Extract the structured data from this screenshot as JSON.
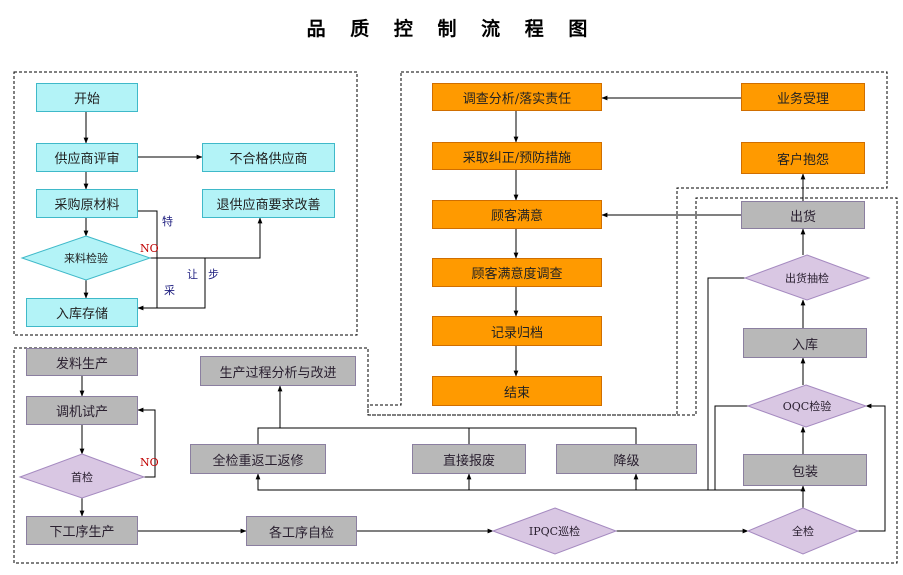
{
  "title": "品 质 控 制 流 程 图",
  "colors": {
    "cyan_fill": "#b3f3f7",
    "cyan_border": "#3fb9c9",
    "orange_fill": "#ff9a00",
    "gray_fill": "#b8b8b8",
    "diamond_fill": "#d9c7e3",
    "diamond_border": "#a58ac0"
  },
  "supplier": {
    "start": "开始",
    "evaluate": "供应商评审",
    "unqualified": "不合格供应商",
    "purchase": "采购原材料",
    "return_improve": "退供应商要求改善",
    "inspect": "来料检验",
    "store": "入库存储",
    "label_no": "NO",
    "label_te": "特",
    "label_cai": "采",
    "label_rang": "让",
    "label_bu": "步"
  },
  "complaint": {
    "analysis": "调查分析/落实责任",
    "business": "业务受理",
    "corrective": "采取纠正/预防措施",
    "complaint": "客户抱怨",
    "satisfied": "顾客满意",
    "survey": "顾客满意度调查",
    "record": "记录归档",
    "end": "结束"
  },
  "production": {
    "dispatch": "发料生产",
    "debug": "调机试产",
    "first_check": "首检",
    "label_no": "NO",
    "next_process": "下工序生产",
    "self_check": "各工序自检",
    "ipqc": "IPQC巡检",
    "full_check": "全检",
    "analysis_improve": "生产过程分析与改进",
    "rework": "全检重返工返修",
    "scrap": "直接报废",
    "downgrade": "降级",
    "package": "包装",
    "oqc": "OQC检验",
    "warehouse": "入库",
    "ship_check": "出货抽检",
    "ship": "出货"
  }
}
